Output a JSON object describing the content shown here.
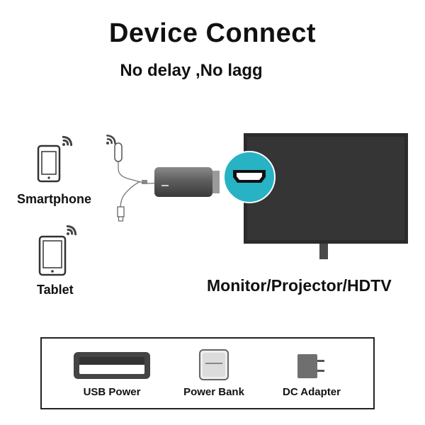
{
  "header": {
    "title": "Device Connect",
    "subtitle": "No delay ,No lagg"
  },
  "sources": {
    "smartphone_label": "Smartphone",
    "tablet_label": "Tablet"
  },
  "display": {
    "label": "Monitor/Projector/HDTV"
  },
  "power_options": [
    {
      "label": "USB Power",
      "icon": "usb-port-icon"
    },
    {
      "label": "Power Bank",
      "icon": "power-bank-icon"
    },
    {
      "label": "DC Adapter",
      "icon": "dc-adapter-icon"
    }
  ],
  "colors": {
    "hdmi_badge": "#27b3c4",
    "screen": "#2e2e2e",
    "dongle": "#5a5a5a"
  }
}
